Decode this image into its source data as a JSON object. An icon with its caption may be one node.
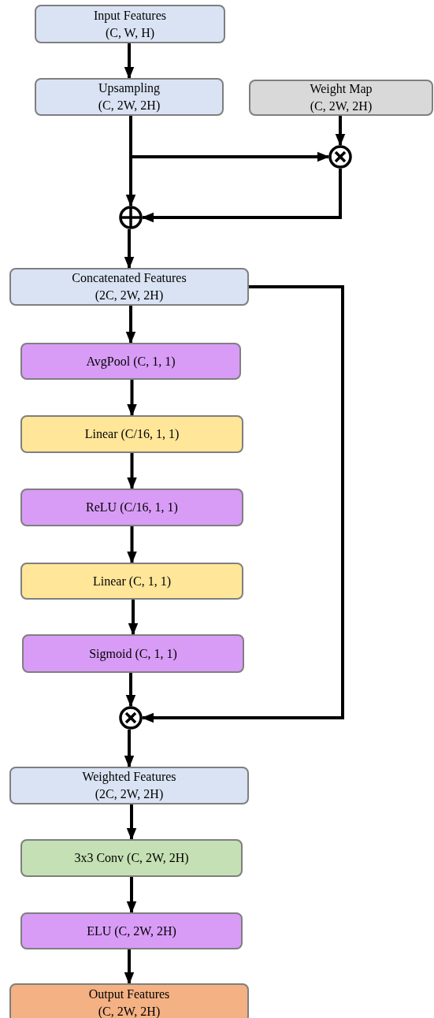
{
  "diagram": {
    "nodes": [
      {
        "text": [
          "Input Features",
          "(C, W, H)"
        ]
      },
      {
        "text": [
          "Upsampling",
          "(C, 2W, 2H)"
        ]
      },
      {
        "text": [
          "Weight Map",
          "(C, 2W, 2H)"
        ]
      },
      {
        "text": [],
        "shape": "cross"
      },
      {
        "text": [],
        "shape": "plus"
      },
      {
        "text": [
          "Concatenated Features",
          "(2C, 2W, 2H)"
        ]
      },
      {
        "text": [
          "AvgPool (C, 1, 1)"
        ]
      },
      {
        "text": [
          "Linear (C/16, 1, 1)"
        ]
      },
      {
        "text": [
          "ReLU (C/16, 1, 1)"
        ]
      },
      {
        "text": [
          "Linear (C, 1, 1)"
        ]
      },
      {
        "text": [
          "Sigmoid (C, 1, 1)"
        ]
      },
      {
        "text": [],
        "shape": "cross"
      },
      {
        "text": [
          "Weighted Features",
          "(2C, 2W, 2H)"
        ]
      },
      {
        "text": [
          "3x3 Conv (C, 2W, 2H)"
        ]
      },
      {
        "text": [
          "ELU (C, 2W, 2H)"
        ]
      },
      {
        "text": [
          "Output Features",
          "(C, 2W, 2H)"
        ]
      }
    ],
    "edges": [
      {
        "from": 0,
        "to": 1,
        "arrow": "to"
      },
      {
        "from": 1,
        "to": 4,
        "arrow": "to"
      },
      {
        "from": 1,
        "to": 3,
        "arrow": "to"
      },
      {
        "from": 2,
        "to": 3,
        "arrow": "to"
      },
      {
        "from": 3,
        "to": 4,
        "arrow": "to"
      },
      {
        "from": 4,
        "to": 5,
        "arrow": "to"
      },
      {
        "from": 5,
        "to": 6,
        "arrow": "to"
      },
      {
        "from": 5,
        "to": 11,
        "arrow": "to"
      },
      {
        "from": 6,
        "to": 7,
        "arrow": "to"
      },
      {
        "from": 7,
        "to": 8,
        "arrow": "to"
      },
      {
        "from": 8,
        "to": 9,
        "arrow": "to"
      },
      {
        "from": 9,
        "to": 10,
        "arrow": "to"
      },
      {
        "from": 10,
        "to": 11,
        "arrow": "to"
      },
      {
        "from": 11,
        "to": 12,
        "arrow": "to"
      },
      {
        "from": 12,
        "to": 13,
        "arrow": "to"
      },
      {
        "from": 13,
        "to": 14,
        "arrow": "to"
      },
      {
        "from": 14,
        "to": 15,
        "arrow": "to"
      }
    ]
  }
}
